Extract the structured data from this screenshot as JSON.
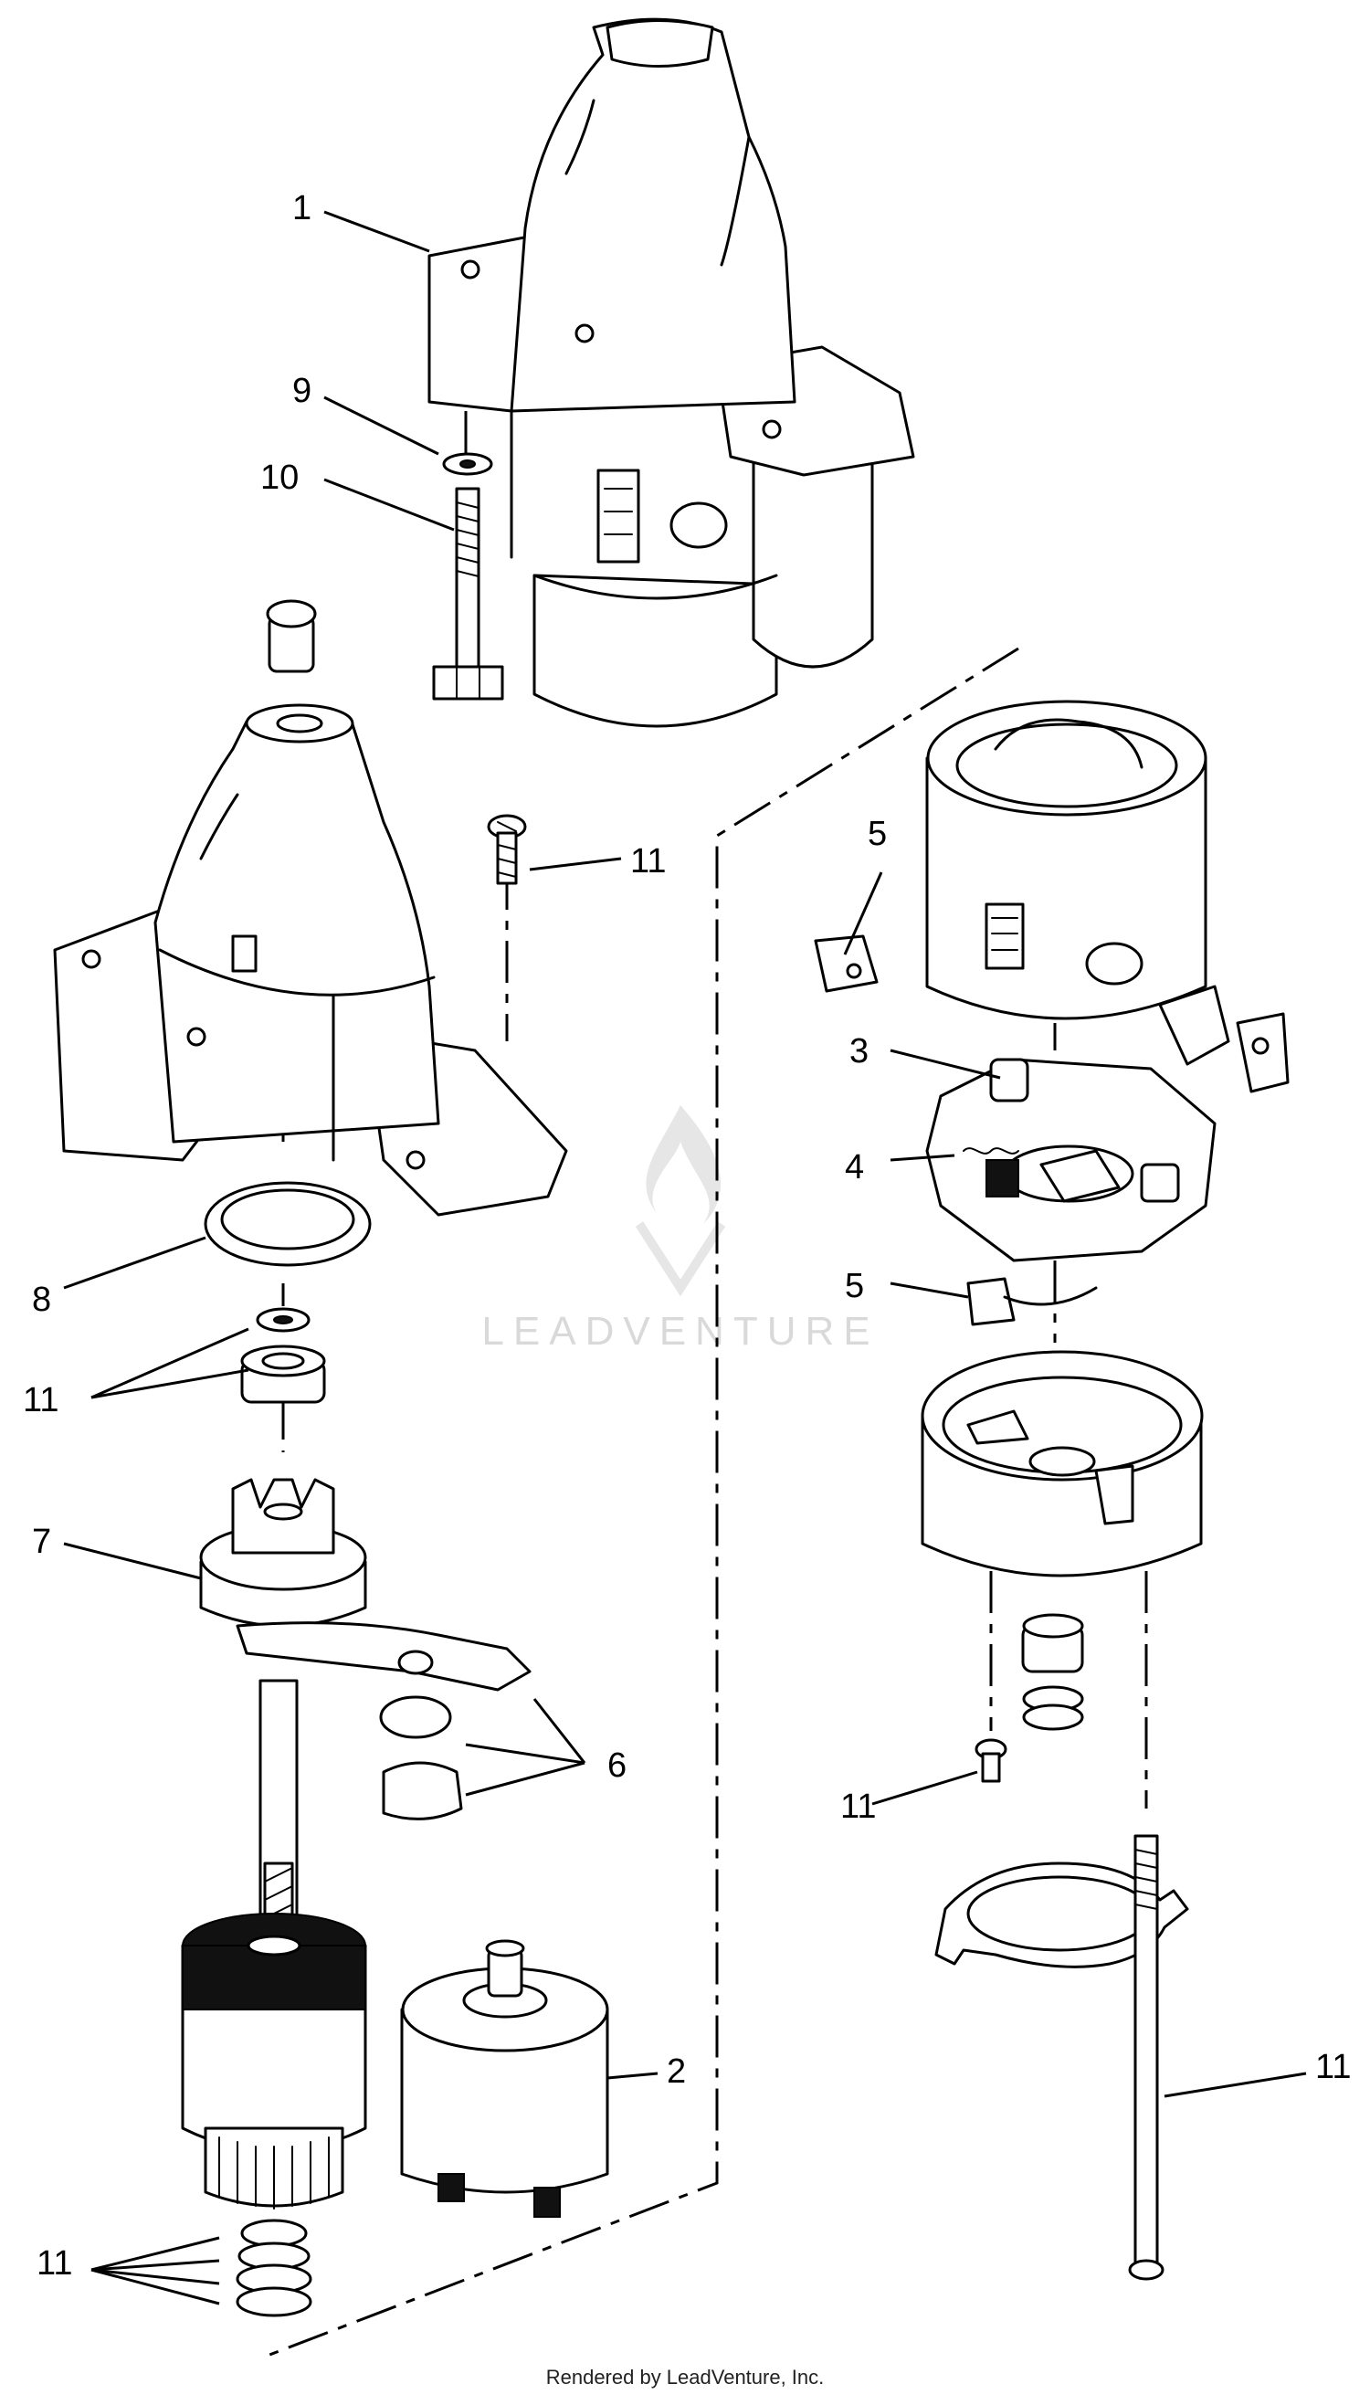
{
  "diagram": {
    "callouts": [
      {
        "id": "c1",
        "label": "1"
      },
      {
        "id": "c9",
        "label": "9"
      },
      {
        "id": "c10",
        "label": "10"
      },
      {
        "id": "c11a",
        "label": "11"
      },
      {
        "id": "c5a",
        "label": "5"
      },
      {
        "id": "c3",
        "label": "3"
      },
      {
        "id": "c4",
        "label": "4"
      },
      {
        "id": "c5b",
        "label": "5"
      },
      {
        "id": "c8",
        "label": "8"
      },
      {
        "id": "c11b",
        "label": "11"
      },
      {
        "id": "c7",
        "label": "7"
      },
      {
        "id": "c6",
        "label": "6"
      },
      {
        "id": "c11c",
        "label": "11"
      },
      {
        "id": "c2",
        "label": "2"
      },
      {
        "id": "c11d",
        "label": "11"
      },
      {
        "id": "c11e",
        "label": "11"
      }
    ],
    "watermark": "LEADVENTURE"
  },
  "footer": {
    "credit": "Rendered by LeadVenture, Inc."
  }
}
